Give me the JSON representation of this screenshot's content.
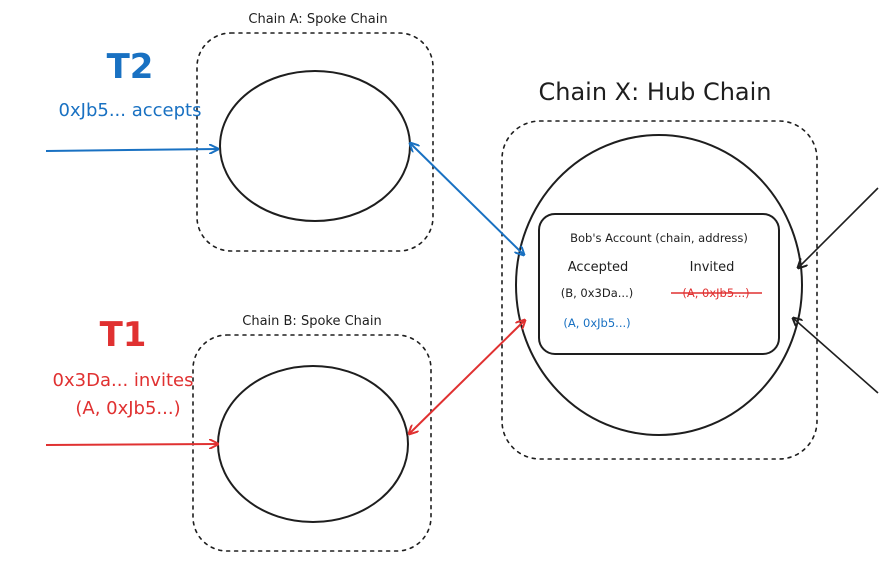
{
  "colors": {
    "ink": "#1e1e1e",
    "blue": "#1971c2",
    "red": "#e03131"
  },
  "chain_a": {
    "label": "Chain A: Spoke Chain"
  },
  "chain_b": {
    "label": "Chain B: Spoke Chain"
  },
  "hub": {
    "label": "Chain X: Hub Chain"
  },
  "t2": {
    "title": "T2",
    "text": "0xJb5... accepts"
  },
  "t1": {
    "title": "T1",
    "line1": "0x3Da... invites",
    "line2": "(A, 0xJb5...)"
  },
  "account": {
    "title": "Bob's Account (chain, address)",
    "accepted_header": "Accepted",
    "invited_header": "Invited",
    "accepted_items": [
      "(B, 0x3Da...)",
      "(A, 0xJb5...)"
    ],
    "invited_items": [
      "(A, 0xJb5...)"
    ]
  }
}
